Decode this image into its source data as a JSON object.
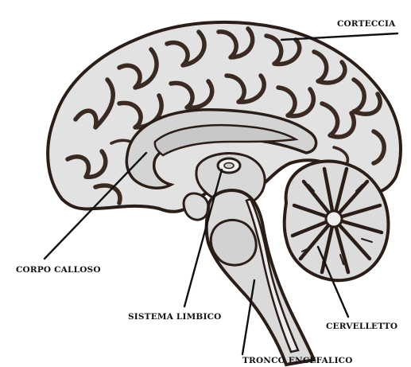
{
  "labels": {
    "cortex": "CORTECCIA",
    "corpus_callosum": "CORPO CALLOSO",
    "limbic_system": "SISTEMA LIMBICO",
    "cerebellum": "CERVELLETTO",
    "brainstem": "TRONCO ENCEFALICO"
  },
  "colors": {
    "tissue": "#e2e2e2",
    "tissue_dark": "#cfcfcf",
    "outline": "#2b1d17",
    "label": "#111111"
  }
}
